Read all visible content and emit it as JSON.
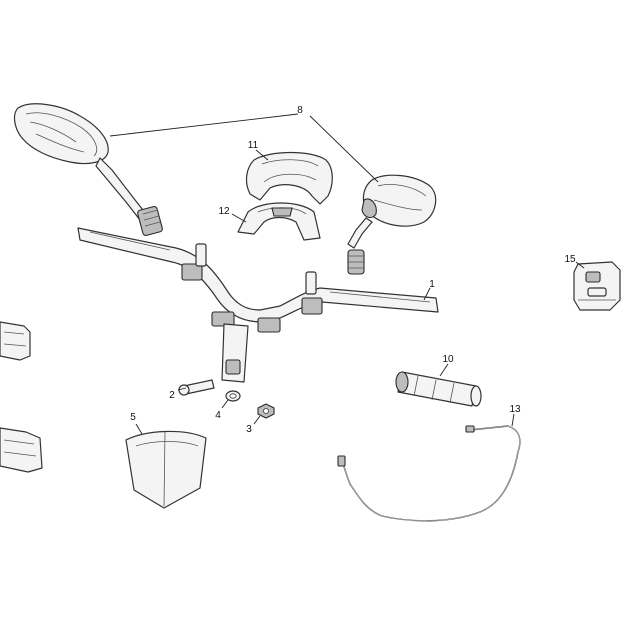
{
  "callouts": {
    "c1": "1",
    "c2": "2",
    "c3": "3",
    "c4": "4",
    "c5": "5",
    "c8": "8",
    "c10": "10",
    "c11": "11",
    "c12": "12",
    "c13": "13",
    "c15": "15"
  }
}
